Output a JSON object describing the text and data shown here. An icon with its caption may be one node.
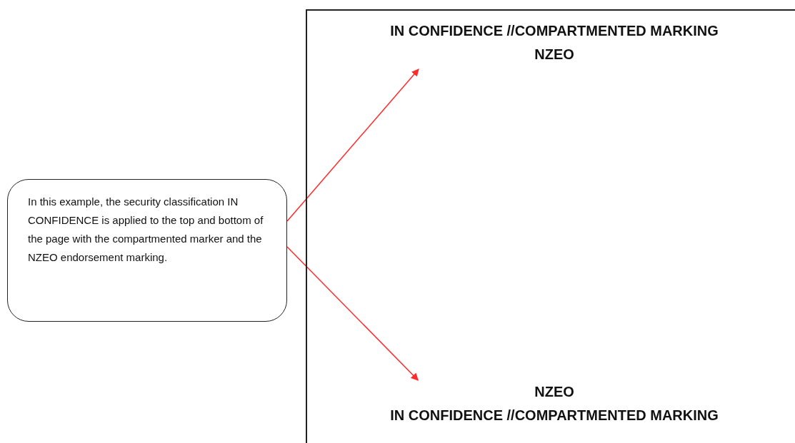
{
  "diagram": {
    "nodes": [
      {
        "text": [],
        "shape": "box"
      },
      {
        "text": [
          "IN CONFIDENCE //COMPARTMENTED MARKING",
          "NZEO"
        ],
        "in": 0
      },
      {
        "text": [
          "NZEO",
          "IN CONFIDENCE //COMPARTMENTED MARKING"
        ],
        "in": 0
      },
      {
        "text": [
          "In this example, the security classification IN CONFIDENCE is applied to the top and bottom of the page with the compartmented marker and the NZEO endorsement marking."
        ]
      }
    ],
    "edges": [
      {
        "from": 3,
        "to": 1,
        "arrow": "to",
        "color": "#ff2a2a"
      },
      {
        "from": 3,
        "to": 2,
        "arrow": "to",
        "color": "#ff2a2a"
      }
    ]
  }
}
